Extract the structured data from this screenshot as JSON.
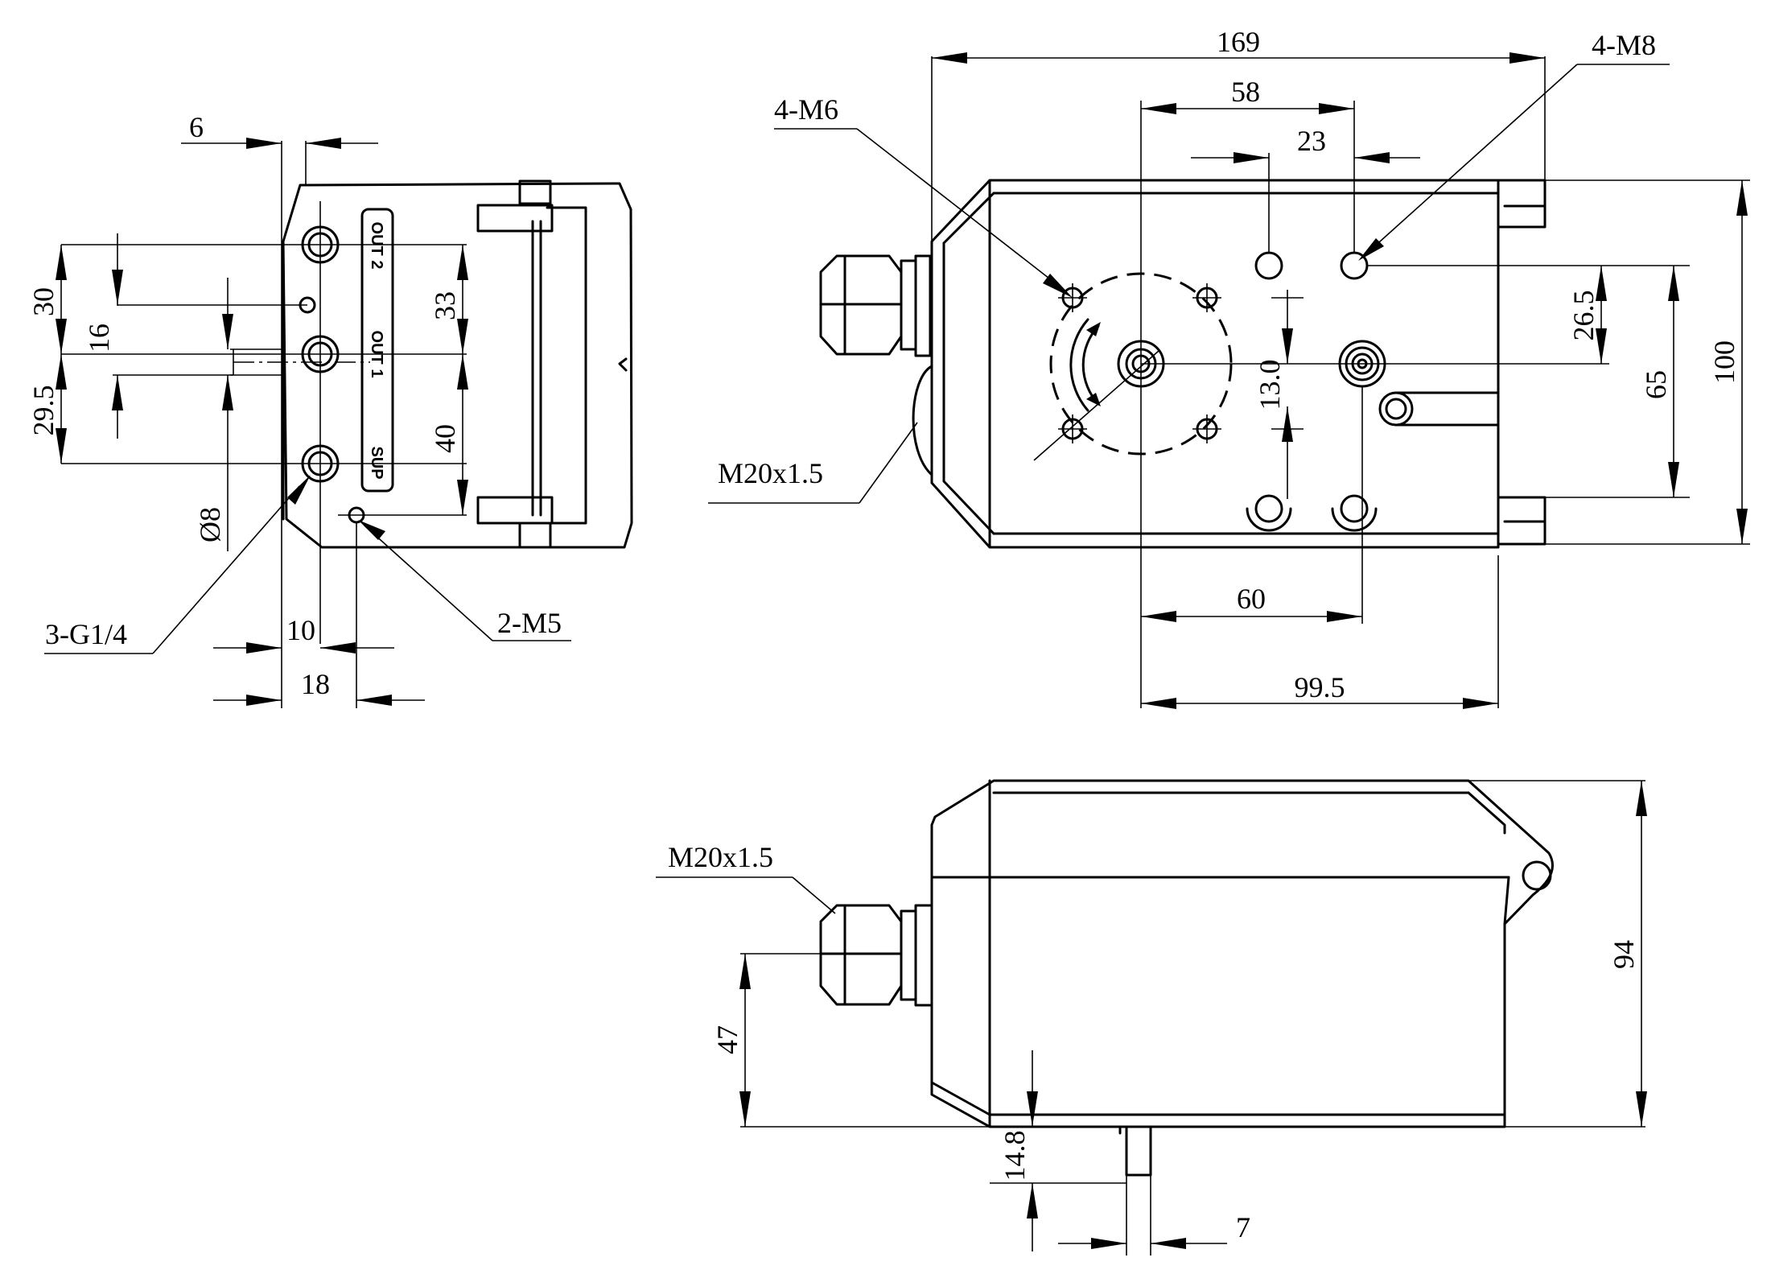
{
  "dimensions": {
    "d6": "6",
    "d30": "30",
    "d16": "16",
    "d29_5": "29.5",
    "d33": "33",
    "d40": "40",
    "d_phi8": "Ø8",
    "d10": "10",
    "d18": "18",
    "d169": "169",
    "d58": "58",
    "d23": "23",
    "d26_5": "26.5",
    "d13": "13.0",
    "d65": "65",
    "d100": "100",
    "d60": "60",
    "d99_5": "99.5",
    "d94": "94",
    "d47": "47",
    "d14_8": "14.8",
    "d7": "7"
  },
  "callouts": {
    "g14": "3-G1/4",
    "m5": "2-M5",
    "m6": "4-M6",
    "m8": "4-M8",
    "m20_top": "M20x1.5",
    "m20_front": "M20x1.5"
  },
  "ports": {
    "out2": "OUT 2",
    "out1": "OUT 1",
    "sup": "SUP"
  }
}
